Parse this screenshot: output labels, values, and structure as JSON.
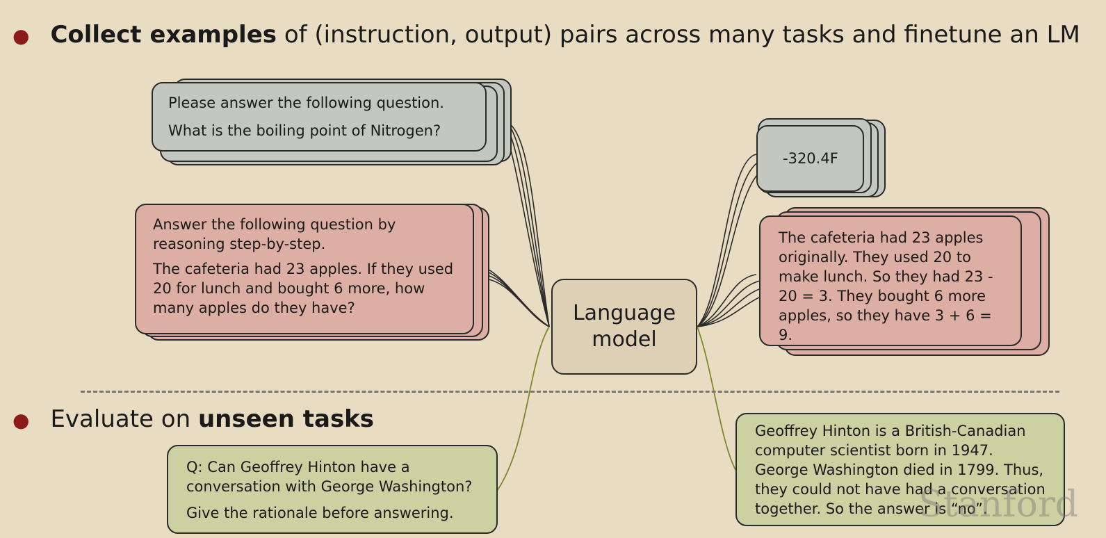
{
  "bullets": {
    "first_bold": "Collect examples",
    "first_rest": "of (instruction, output) pairs across many tasks and finetune an LM",
    "second_plain": "Evaluate on",
    "second_bold": "unseen tasks"
  },
  "model_label": "Language model",
  "inputs": {
    "qa": {
      "line1": "Please answer the following question.",
      "line2": "What is the boiling point of Nitrogen?"
    },
    "cot": {
      "line1": "Answer the following question by reasoning step-by-step.",
      "line2": "The cafeteria had 23 apples. If they used 20 for lunch and bought 6 more, how many apples do they have?"
    },
    "unseen": {
      "line1": "Q: Can Geoffrey Hinton have a conversation with George Washington?",
      "line2": "Give the rationale before answering."
    }
  },
  "outputs": {
    "qa": "-320.4F",
    "cot": "The cafeteria had 23 apples originally. They used 20 to make lunch. So they had 23 - 20 = 3. They bought 6 more apples, so they have 3 + 6 = 9.",
    "unseen": "Geoffrey Hinton is a British-Canadian computer scientist born in 1947. George Washington died in 1799. Thus, they could not have had a conversation together. So the answer is “no”."
  },
  "watermark": "Stanford",
  "colors": {
    "background": "#e8dcc2",
    "gray_card": "#c3c7c0",
    "pink_card": "#ddaea3",
    "green_card": "#ccd1a1",
    "model_box": "#ddd0b4",
    "bullet_dot": "#8b1a1a"
  }
}
